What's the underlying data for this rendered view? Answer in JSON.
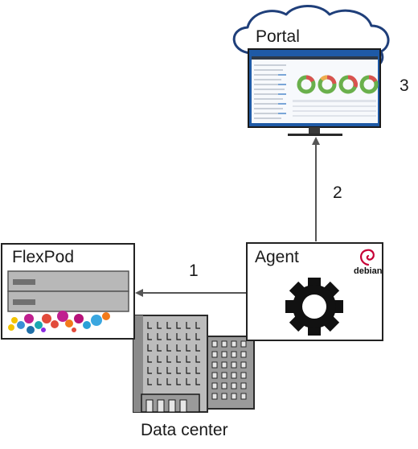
{
  "labels": {
    "portal": "Portal",
    "flexpod": "FlexPod",
    "agent": "Agent",
    "datacenter": "Data center",
    "debian": "debian"
  },
  "steps": {
    "one": "1",
    "two": "2",
    "three": "3"
  },
  "colors": {
    "arrow": "#555555",
    "building_dark": "#6e6e6e",
    "building_light": "#9a9a9a",
    "debian_red": "#c70036",
    "donut_green": "#6ab04c",
    "monitor_blue": "#1f5aa6"
  }
}
